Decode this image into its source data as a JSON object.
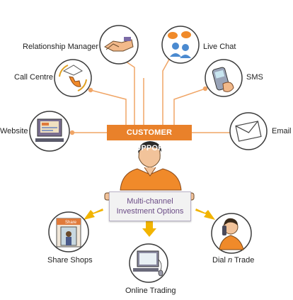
{
  "hub": {
    "title": "CUSTOMER SUPPORT"
  },
  "channels": [
    {
      "id": "relationship-manager",
      "label": "Relationship Manager",
      "icon": "handshake-icon"
    },
    {
      "id": "live-chat",
      "label": "Live Chat",
      "icon": "chat-people-icon"
    },
    {
      "id": "call-centre",
      "label": "Call Centre",
      "icon": "telephone-icon"
    },
    {
      "id": "sms",
      "label": "SMS",
      "icon": "mobile-phone-icon"
    },
    {
      "id": "website",
      "label": "Website",
      "icon": "monitor-icon"
    },
    {
      "id": "email",
      "label": "Email",
      "icon": "envelope-icon"
    }
  ],
  "sign": {
    "line1": "Multi-channel",
    "line2": "Investment Options"
  },
  "outputs": [
    {
      "id": "share-shops",
      "label": "Share Shops",
      "icon": "shop-icon",
      "sign_text": "Share"
    },
    {
      "id": "online-trading",
      "label": "Online Trading",
      "icon": "computer-mouse-icon"
    },
    {
      "id": "dial-n-trade",
      "label_pre": "Dial ",
      "label_em": "n",
      "label_post": " Trade",
      "icon": "person-phone-icon"
    }
  ],
  "colors": {
    "accent": "#e9812a",
    "line": "#f0a566",
    "arrow": "#f2b400",
    "sign_text": "#6b4c86",
    "circle_border": "#3a3a3a"
  }
}
